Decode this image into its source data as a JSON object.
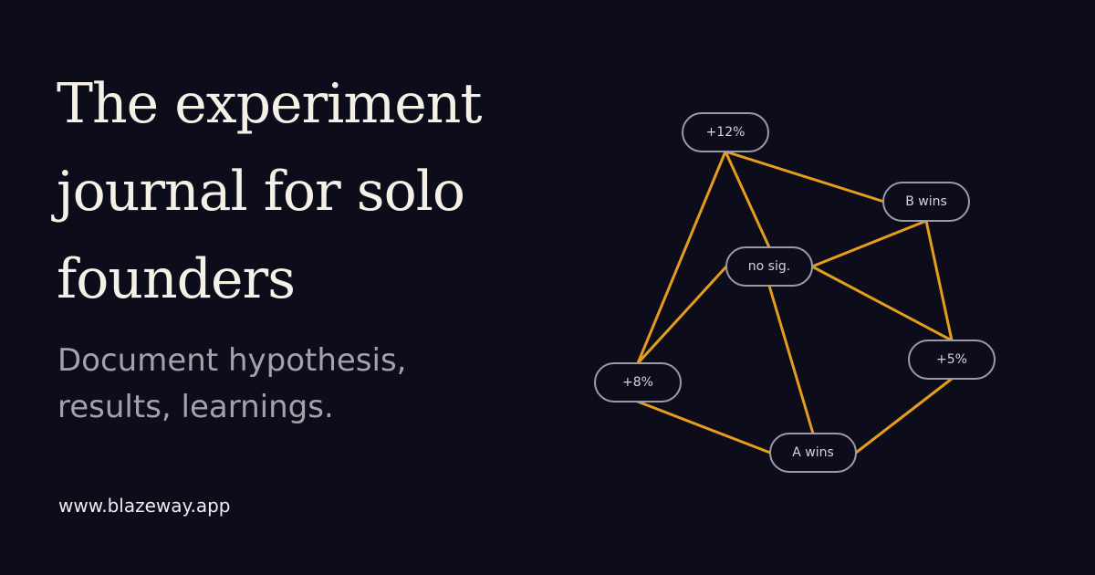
{
  "headline": {
    "line1": "The experiment",
    "line2": "journal for solo",
    "line3": "founders"
  },
  "subtitle": {
    "line1": "Document hypothesis,",
    "line2": "results, learnings."
  },
  "url": "www.blazeway.app",
  "graph": {
    "edge_color": "#e59e1c",
    "node_border_color": "#9b9aa6",
    "nodes": [
      {
        "id": "n12",
        "label": "+12%"
      },
      {
        "id": "bwins",
        "label": "B wins"
      },
      {
        "id": "nosig",
        "label": "no sig."
      },
      {
        "id": "n5",
        "label": "+5%"
      },
      {
        "id": "n8",
        "label": "+8%"
      },
      {
        "id": "awins",
        "label": "A wins"
      }
    ],
    "edges": [
      [
        "n12",
        "bwins"
      ],
      [
        "n12",
        "nosig"
      ],
      [
        "n12",
        "n8"
      ],
      [
        "bwins",
        "nosig"
      ],
      [
        "bwins",
        "n5"
      ],
      [
        "nosig",
        "n5"
      ],
      [
        "nosig",
        "n8"
      ],
      [
        "nosig",
        "awins"
      ],
      [
        "n8",
        "awins"
      ],
      [
        "awins",
        "n5"
      ]
    ]
  }
}
